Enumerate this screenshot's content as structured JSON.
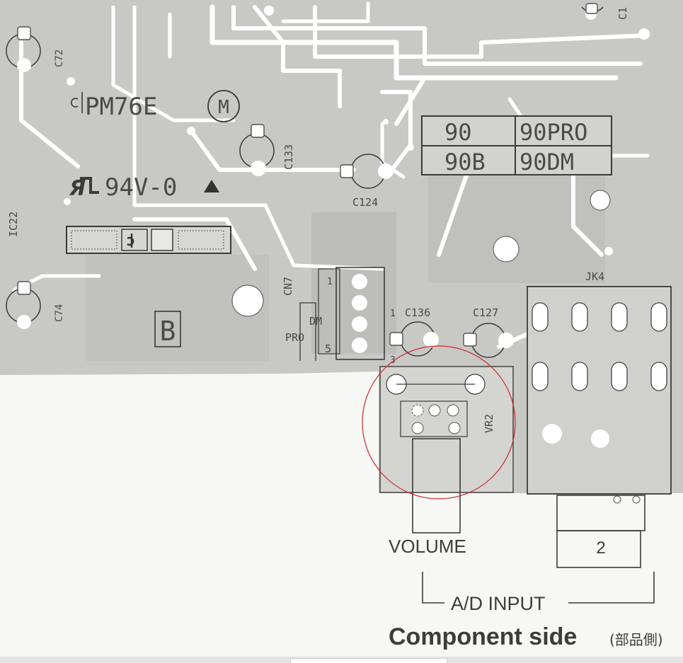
{
  "board": {
    "part_number": "PM76E",
    "motor_mark": "M",
    "board_letter": "B",
    "ul_rating": "94V-0",
    "ic": "IC22",
    "connector": "CN7",
    "jack": "JK4",
    "pot": "VR2"
  },
  "capacitors": [
    "C72",
    "C74",
    "C133",
    "C124",
    "C136",
    "C127",
    "C1"
  ],
  "model_table": [
    [
      "90",
      "90PRO"
    ],
    [
      "90B",
      "90DM"
    ]
  ],
  "connector_pins": [
    "1",
    "5",
    "1",
    "3"
  ],
  "jumpers": [
    "DM",
    "PRO"
  ],
  "labels": {
    "volume": "VOLUME",
    "jack_number": "2",
    "ad_input": "A/D INPUT",
    "component_side": "Component side",
    "component_side_jp": "(部品側)"
  },
  "colors": {
    "board": "#c8c8c5",
    "trace": "#ffffff",
    "marker_circle": "#cc2a2a"
  }
}
